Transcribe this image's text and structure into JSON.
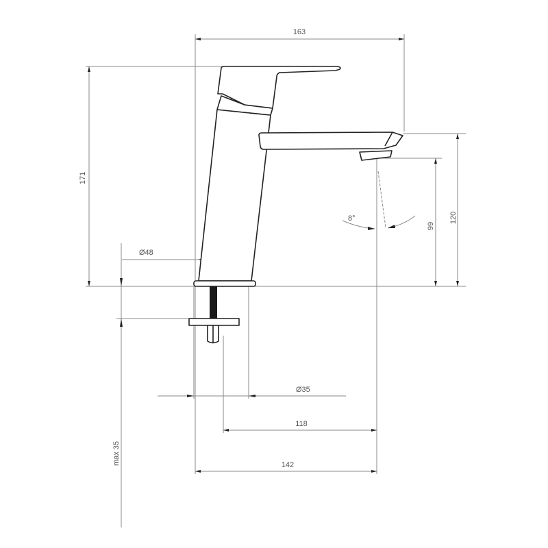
{
  "title": "Faucet technical drawing",
  "dimensions": {
    "overall_width": "163",
    "overall_height": "171",
    "spout_height": "120",
    "outlet_height": "99",
    "body_diameter": "Ø48",
    "mount_diameter": "Ø35",
    "outlet_reach_from_stud": "118",
    "outlet_reach_from_body": "142",
    "max_deck_thickness": "max 35",
    "jet_angle": "8°"
  },
  "colors": {
    "line": "#222222",
    "dimension": "#8a8a8a"
  }
}
